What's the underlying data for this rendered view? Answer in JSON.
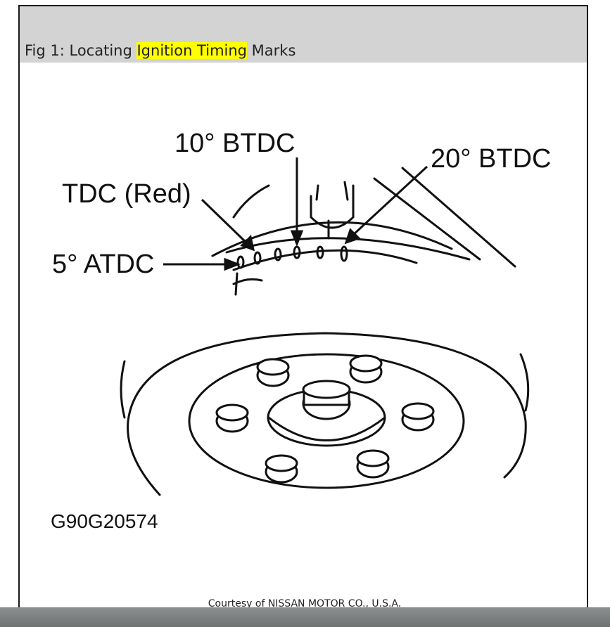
{
  "figure": {
    "caption_prefix": "Fig 1: Locating ",
    "caption_highlight": "Ignition Timing",
    "caption_suffix": " Marks",
    "highlight_color": "#ffff00",
    "credit": "Courtesy of NISSAN MOTOR CO., U.S.A."
  },
  "diagram": {
    "labels": {
      "btdc10": "10° BTDC",
      "btdc20": "20° BTDC",
      "tdc": "TDC (Red)",
      "atdc5": "5° ATDC",
      "part_number": "G90G20574"
    }
  }
}
